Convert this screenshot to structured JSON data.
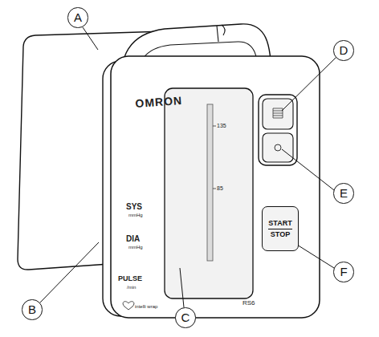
{
  "diagram": {
    "nodes": [
      {
        "text": [
          "A"
        ]
      },
      {
        "text": [
          "B"
        ]
      },
      {
        "text": [
          "C"
        ]
      },
      {
        "text": [
          "D"
        ]
      },
      {
        "text": [
          "E"
        ]
      },
      {
        "text": [
          "F"
        ]
      },
      {
        "text": [
          "START",
          "STOP"
        ]
      }
    ],
    "labels": [
      "OMRON",
      "SYS",
      "mmHg",
      "DIA",
      "mmHg",
      "PULSE",
      "/min",
      "135",
      "85",
      "RS6",
      "intelli wrap"
    ]
  }
}
